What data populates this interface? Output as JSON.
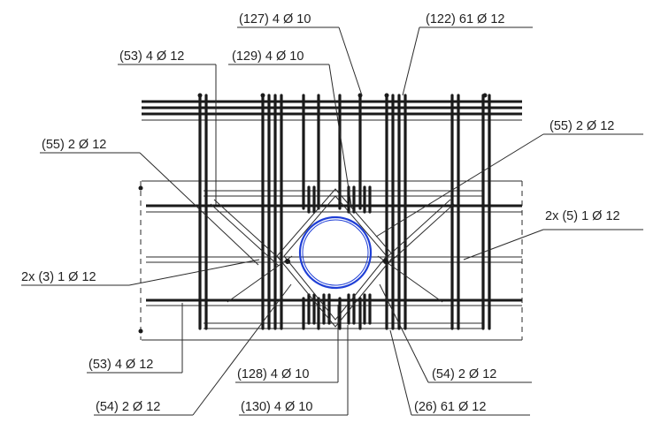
{
  "labels": {
    "l127": "(127) 4 Ø 10",
    "l122": "(122) 61 Ø 12",
    "l53top": "(53) 4 Ø 12",
    "l129": "(129) 4 Ø 10",
    "l55left": "(55) 2 Ø 12",
    "l55right": "(55) 2 Ø 12",
    "l5": "2x (5) 1 Ø 12",
    "l3": "2x (3) 1 Ø 12",
    "l53bot": "(53) 4 Ø 12",
    "l128": "(128) 4 Ø 10",
    "l54right": "(54) 2 Ø 12",
    "l54left": "(54) 2 Ø 12",
    "l130": "(130) 4 Ø 10",
    "l26": "(26) 61 Ø 12"
  },
  "colors": {
    "opening": "#1f3fd6",
    "rebar": "#1a1a1a"
  }
}
